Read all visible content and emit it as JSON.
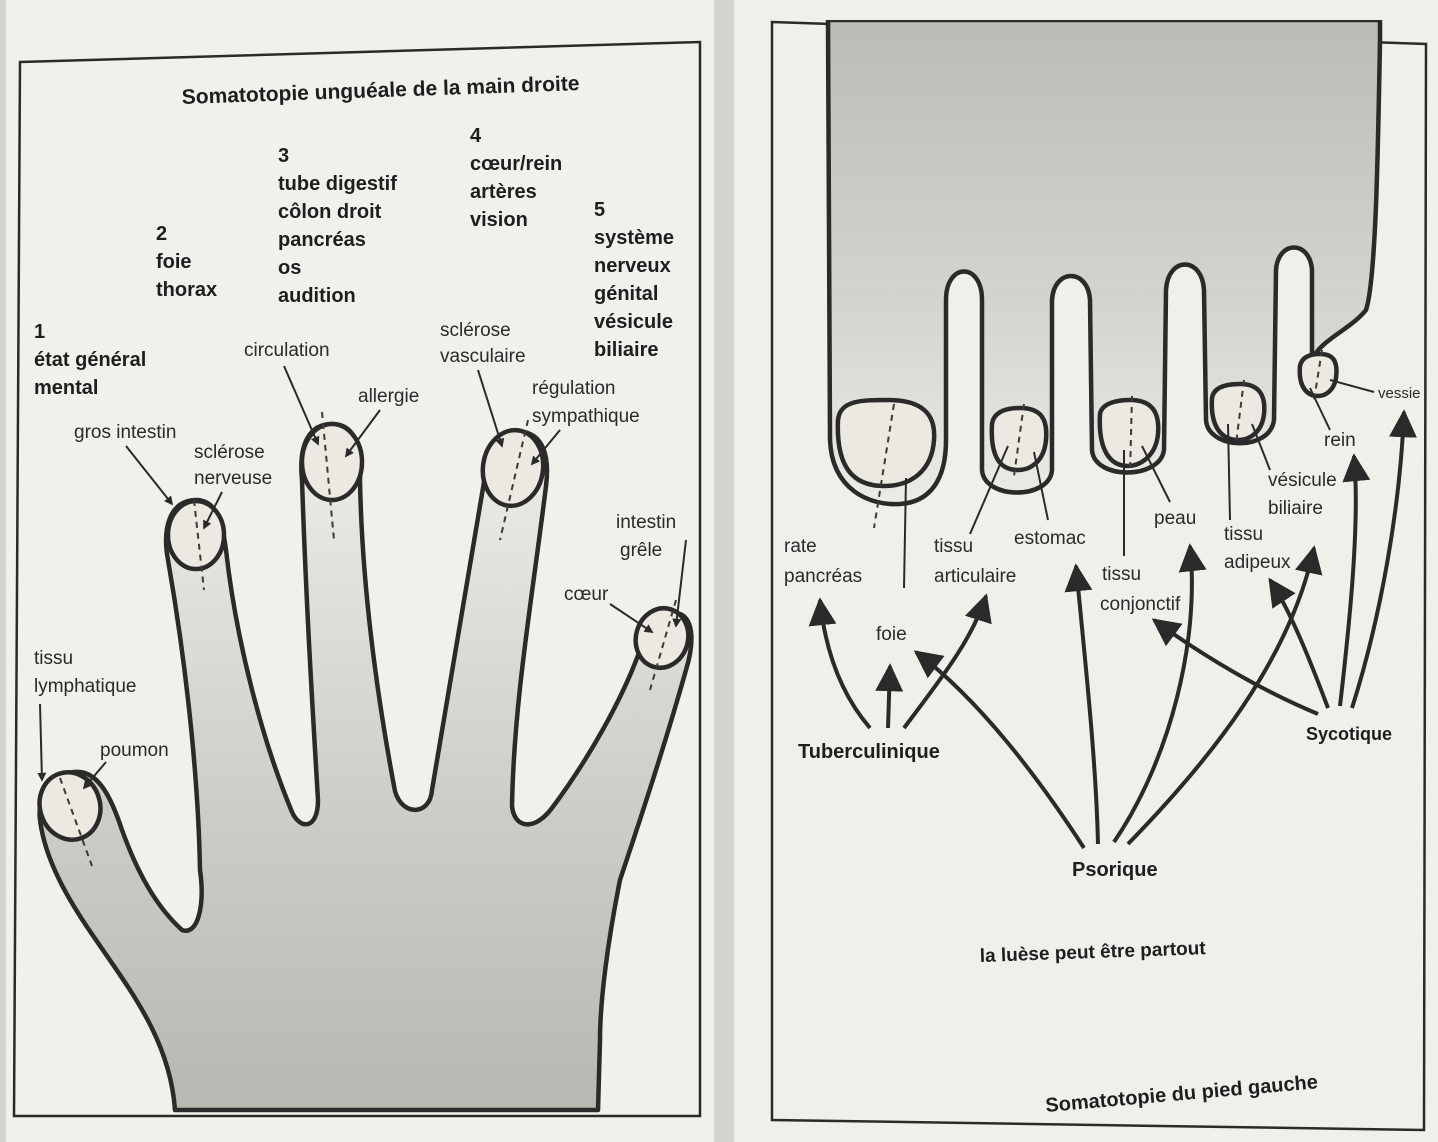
{
  "hand": {
    "title": "Somatotopie unguéale de la main droite",
    "fingers": [
      {
        "number": "1",
        "lines": [
          "état général",
          "mental"
        ]
      },
      {
        "number": "2",
        "lines": [
          "foie",
          "thorax"
        ]
      },
      {
        "number": "3",
        "lines": [
          "tube digestif",
          "côlon droit",
          "pancréas",
          "os",
          "audition"
        ]
      },
      {
        "number": "4",
        "lines": [
          "cœur/rein",
          "artères",
          "vision"
        ]
      },
      {
        "number": "5",
        "lines": [
          "système",
          "nerveux",
          "génital",
          "vésicule",
          "biliaire"
        ]
      }
    ],
    "labels": {
      "tissu": "tissu",
      "lymphatique": "lymphatique",
      "poumon": "poumon",
      "gros_intestin": "gros intestin",
      "sclerose": "sclérose",
      "nerveuse": "nerveuse",
      "circulation": "circulation",
      "allergie": "allergie",
      "sclerose2": "sclérose",
      "vasculaire": "vasculaire",
      "regulation": "régulation",
      "sympathique": "sympathique",
      "intestin": "intestin",
      "grele": "grêle",
      "coeur": "cœur"
    }
  },
  "foot": {
    "title": "Somatotopie du pied gauche",
    "labels": {
      "rate": "rate",
      "pancreas": "pancréas",
      "foie": "foie",
      "tissu_a": "tissu",
      "articulaire": "articulaire",
      "estomac": "estomac",
      "tissu_c": "tissu",
      "conjonctif": "conjonctif",
      "peau": "peau",
      "tissu_d": "tissu",
      "adipeux": "adipeux",
      "vesicule": "vésicule",
      "biliaire": "biliaire",
      "rein": "rein",
      "vessie": "vessie"
    },
    "diatheses": {
      "tuberculinique": "Tuberculinique",
      "sycotique": "Sycotique",
      "psorique": "Psorique"
    },
    "note": "la luèse peut être partout"
  },
  "colors": {
    "paper": "#f2f0ea",
    "ink": "#2a2a2a",
    "shade": "#b8b6b0"
  }
}
